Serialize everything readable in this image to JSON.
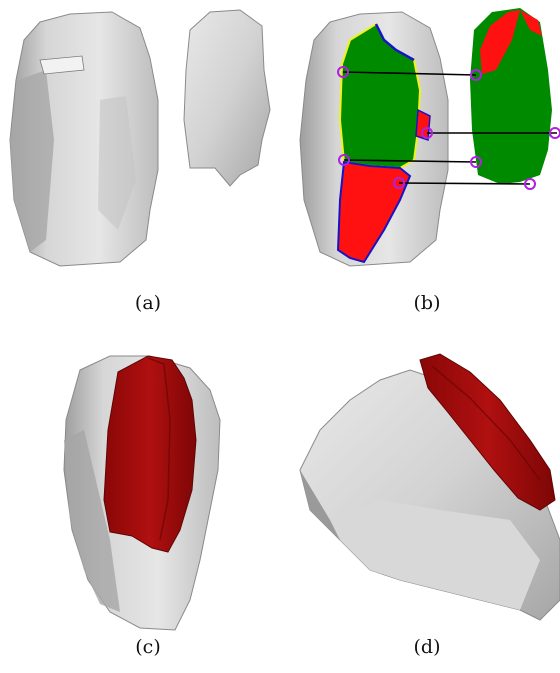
{
  "panels": [
    {
      "caption": "(a)"
    },
    {
      "caption": "(b)"
    },
    {
      "caption": "(c)"
    },
    {
      "caption": "(d)"
    }
  ],
  "colors": {
    "stone": "#dcdcdc",
    "stone_shadow": "#a9a9a9",
    "green": "#008a00",
    "red": "#ff1111",
    "dark_red": "#a30c0c",
    "outline_blue": "#1515c8",
    "outline_yellow": "#f2f21a",
    "marker": "#b020e0",
    "link": "#000000"
  }
}
